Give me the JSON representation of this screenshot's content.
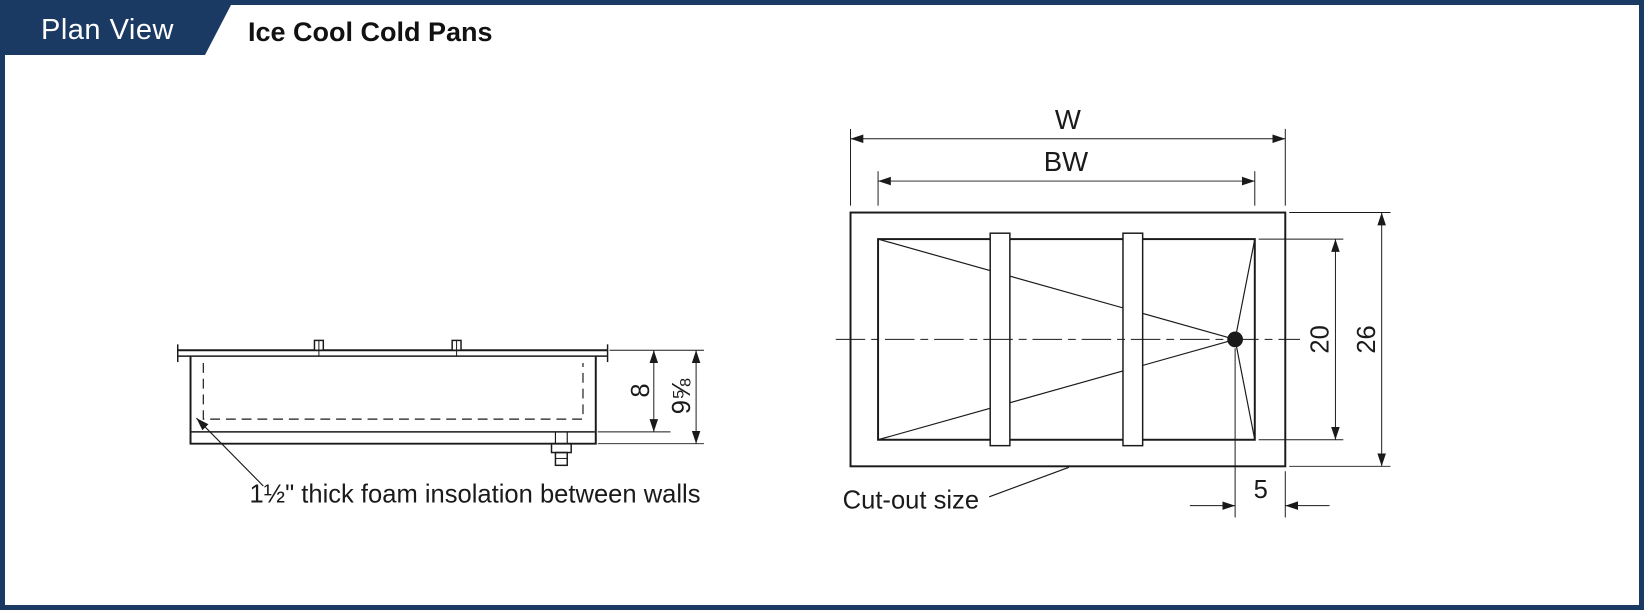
{
  "header": {
    "banner_label": "Plan View",
    "title": "Ice Cool Cold Pans"
  },
  "colors": {
    "accent": "#1b3a63",
    "line": "#1a1a1a",
    "background": "#ffffff"
  },
  "drawing": {
    "side_view": {
      "note": "1½\" thick foam insolation between walls",
      "inner_depth": "8",
      "overall_depth": "9⅝"
    },
    "plan_view": {
      "overall_width": "W",
      "body_width": "BW",
      "inner_length": "20",
      "overall_length": "26",
      "drain_offset": "5",
      "cutout_label": "Cut-out size"
    }
  }
}
